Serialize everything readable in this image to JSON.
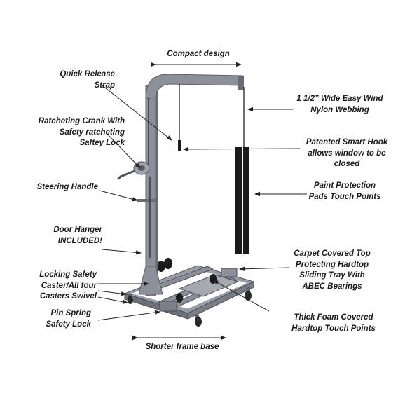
{
  "labels": {
    "compact_design": [
      "Compact design"
    ],
    "quick_release_strap": [
      "Quick Release",
      "Strap"
    ],
    "ratcheting_crank": [
      "Ratcheting Crank With",
      "Safety ratcheting",
      "Saftey Lock"
    ],
    "steering_handle": [
      "Steering Handle"
    ],
    "door_hanger": [
      "Door Hanger",
      "INCLUDED!"
    ],
    "locking_casters": [
      "Locking Safety",
      "Caster/All four",
      "Casters Swivel"
    ],
    "pin_spring_lock": [
      "Pin Spring",
      "Safety Lock"
    ],
    "shorter_frame_base": [
      "Shorter frame base"
    ],
    "nylon_webbing": [
      "1 1/2” Wide Easy Wind",
      "Nylon Webbing"
    ],
    "smart_hook": [
      "Patented Smart Hook",
      "allows window to be",
      "closed"
    ],
    "paint_protection_pads": [
      "Paint Protection",
      "Pads Touch Points"
    ],
    "carpet_covered_top": [
      "Carpet Covered Top",
      "Protecting Hardtop",
      "Sliding Tray With",
      "ABEC Bearings"
    ],
    "thick_foam_touch_points": [
      "Thick Foam Covered",
      "Hardtop Touch Points"
    ]
  },
  "colors": {
    "frame": "#8e9099",
    "frame_dark": "#5b5d66",
    "pad": "#1b1b1b",
    "text": "#1a1a1a",
    "leader": "#222222"
  }
}
